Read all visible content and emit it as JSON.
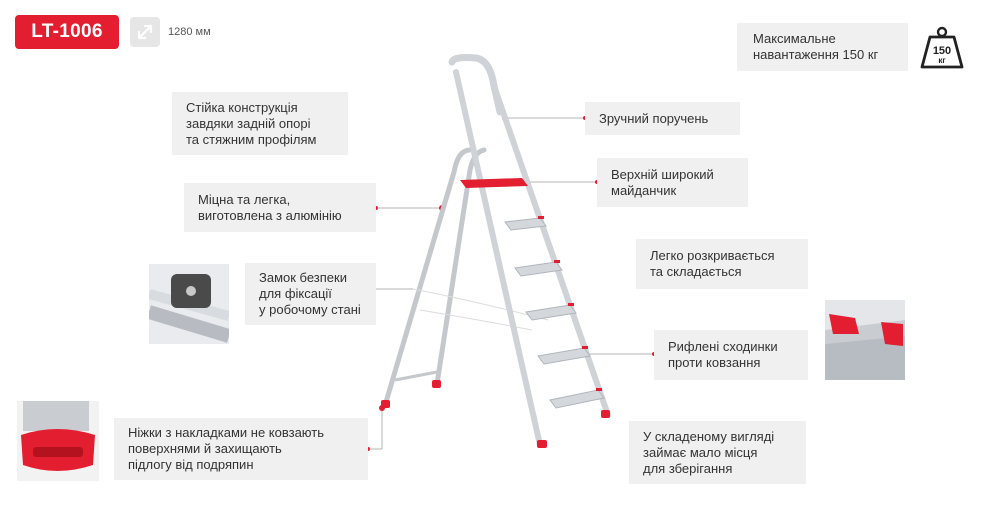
{
  "model": {
    "code": "LT-1006"
  },
  "height": {
    "text": "1280 мм",
    "icon": "diagonal-arrow-icon"
  },
  "load": {
    "text": "Максимальне\nнавантаження 150 кг",
    "icon_value": "150",
    "icon_unit": "кг",
    "icon": "weight-icon"
  },
  "features": {
    "stability": "Стійка конструкція\nзавдяки задній опорі\nта стяжним профілям",
    "material": "Міцна та легка,\nвиготовлена з алюмінію",
    "lock": "Замок безпеки\nдля фіксації\nу робочому стані",
    "feet": "Ніжки з накладками не ковзають\nповерхнями й захищають\nпідлогу від подряпин",
    "handrail": "Зручний поручень",
    "platform": "Верхній широкий\nмайданчик",
    "folding": "Легко розкривається\nта складається",
    "steps": "Рифлені сходинки\nпроти ковзання",
    "compact": "У складеному вигляді\nзаймає мало місця\nдля зберігання"
  },
  "colors": {
    "accent": "#e31e30",
    "note_bg": "#f0f0f0",
    "metal": "#c9cdd2"
  }
}
